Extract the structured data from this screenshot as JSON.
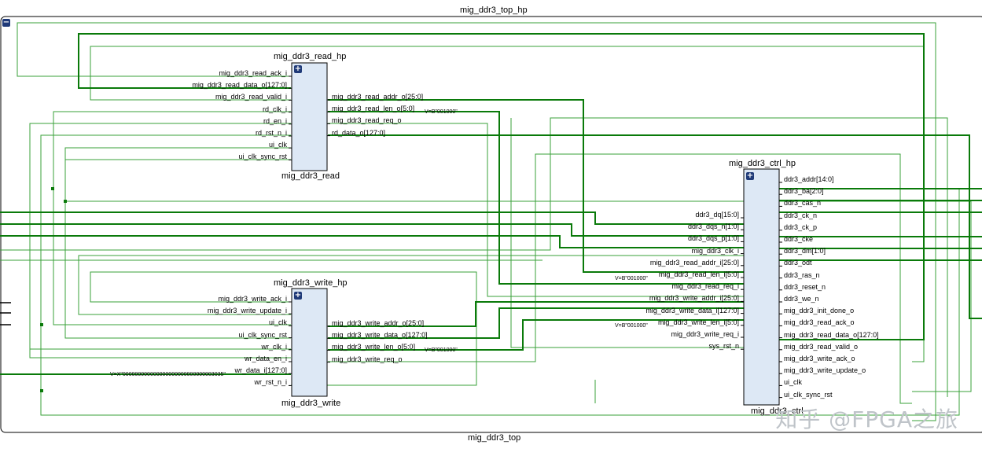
{
  "top_label": "mig_ddr3_top_hp",
  "bottom_label": "mig_ddr3_top",
  "collapse_symbol": "−",
  "expand_symbol": "+",
  "watermark": "知乎 @FPGA之旅",
  "colors": {
    "wire_green": "#0a7a0a",
    "wire_light": "#3aa03a",
    "block_fill": "#dde8f5",
    "block_border": "#000000"
  },
  "read_block": {
    "hp_label": "mig_ddr3_read_hp",
    "name": "mig_ddr3_read",
    "inputs": [
      "mig_ddr3_read_ack_i",
      "mig_ddr3_read_data_o[127:0]",
      "mig_ddr3_read_valid_i",
      "rd_clk_i",
      "rd_en_i",
      "rd_rst_n_i",
      "ui_clk",
      "ui_clk_sync_rst"
    ],
    "outputs": [
      "mig_ddr3_read_addr_o[25:0]",
      "mig_ddr3_read_len_o[5:0]",
      "mig_ddr3_read_req_o",
      "rd_data_o[127:0]"
    ],
    "param": "V=B\"001000\""
  },
  "write_block": {
    "hp_label": "mig_ddr3_write_hp",
    "name": "mig_ddr3_write",
    "inputs": [
      "mig_ddr3_write_ack_i",
      "mig_ddr3_write_update_i",
      "ui_clk",
      "ui_clk_sync_rst",
      "wr_clk_i",
      "wr_data_en_i",
      "wr_data_i[127:0]",
      "wr_rst_n_i"
    ],
    "outputs": [
      "mig_ddr3_write_addr_o[25:0]",
      "mig_ddr3_write_data_o[127:0]",
      "mig_ddr3_write_len_o[5:0]",
      "mig_ddr3_write_req_o"
    ],
    "param_len": "V=B\"001000\"",
    "param_data": "V=X\"000000000000000000000000000003035\""
  },
  "ctrl_block": {
    "hp_label": "mig_ddr3_ctrl_hp",
    "name": "mig_ddr3_ctrl",
    "inputs": [
      "ddr3_dq[15:0]",
      "ddr3_dqs_n[1:0]",
      "ddr3_dqs_p[1:0]",
      "mig_ddr3_clk_i",
      "mig_ddr3_read_addr_i[25:0]",
      "mig_ddr3_read_len_i[5:0]",
      "mig_ddr3_read_req_i",
      "mig_ddr3_write_addr_i[25:0]",
      "mig_ddr3_write_data_i[127:0]",
      "mig_ddr3_write_len_i[5:0]",
      "mig_ddr3_write_req_i",
      "sys_rst_n"
    ],
    "outputs": [
      "ddr3_addr[14:0]",
      "ddr3_ba[2:0]",
      "ddr3_cas_n",
      "ddr3_ck_n",
      "ddr3_ck_p",
      "ddr3_cke",
      "ddr3_dm[1:0]",
      "ddr3_odt",
      "ddr3_ras_n",
      "ddr3_reset_n",
      "ddr3_we_n",
      "mig_ddr3_init_done_o",
      "mig_ddr3_read_ack_o",
      "mig_ddr3_read_data_o[127:0]",
      "mig_ddr3_read_valid_o",
      "mig_ddr3_write_ack_o",
      "mig_ddr3_write_update_o",
      "ui_clk",
      "ui_clk_sync_rst"
    ],
    "param_read_len": "V=B\"001000\"",
    "param_write_len": "V=B\"001000\""
  }
}
